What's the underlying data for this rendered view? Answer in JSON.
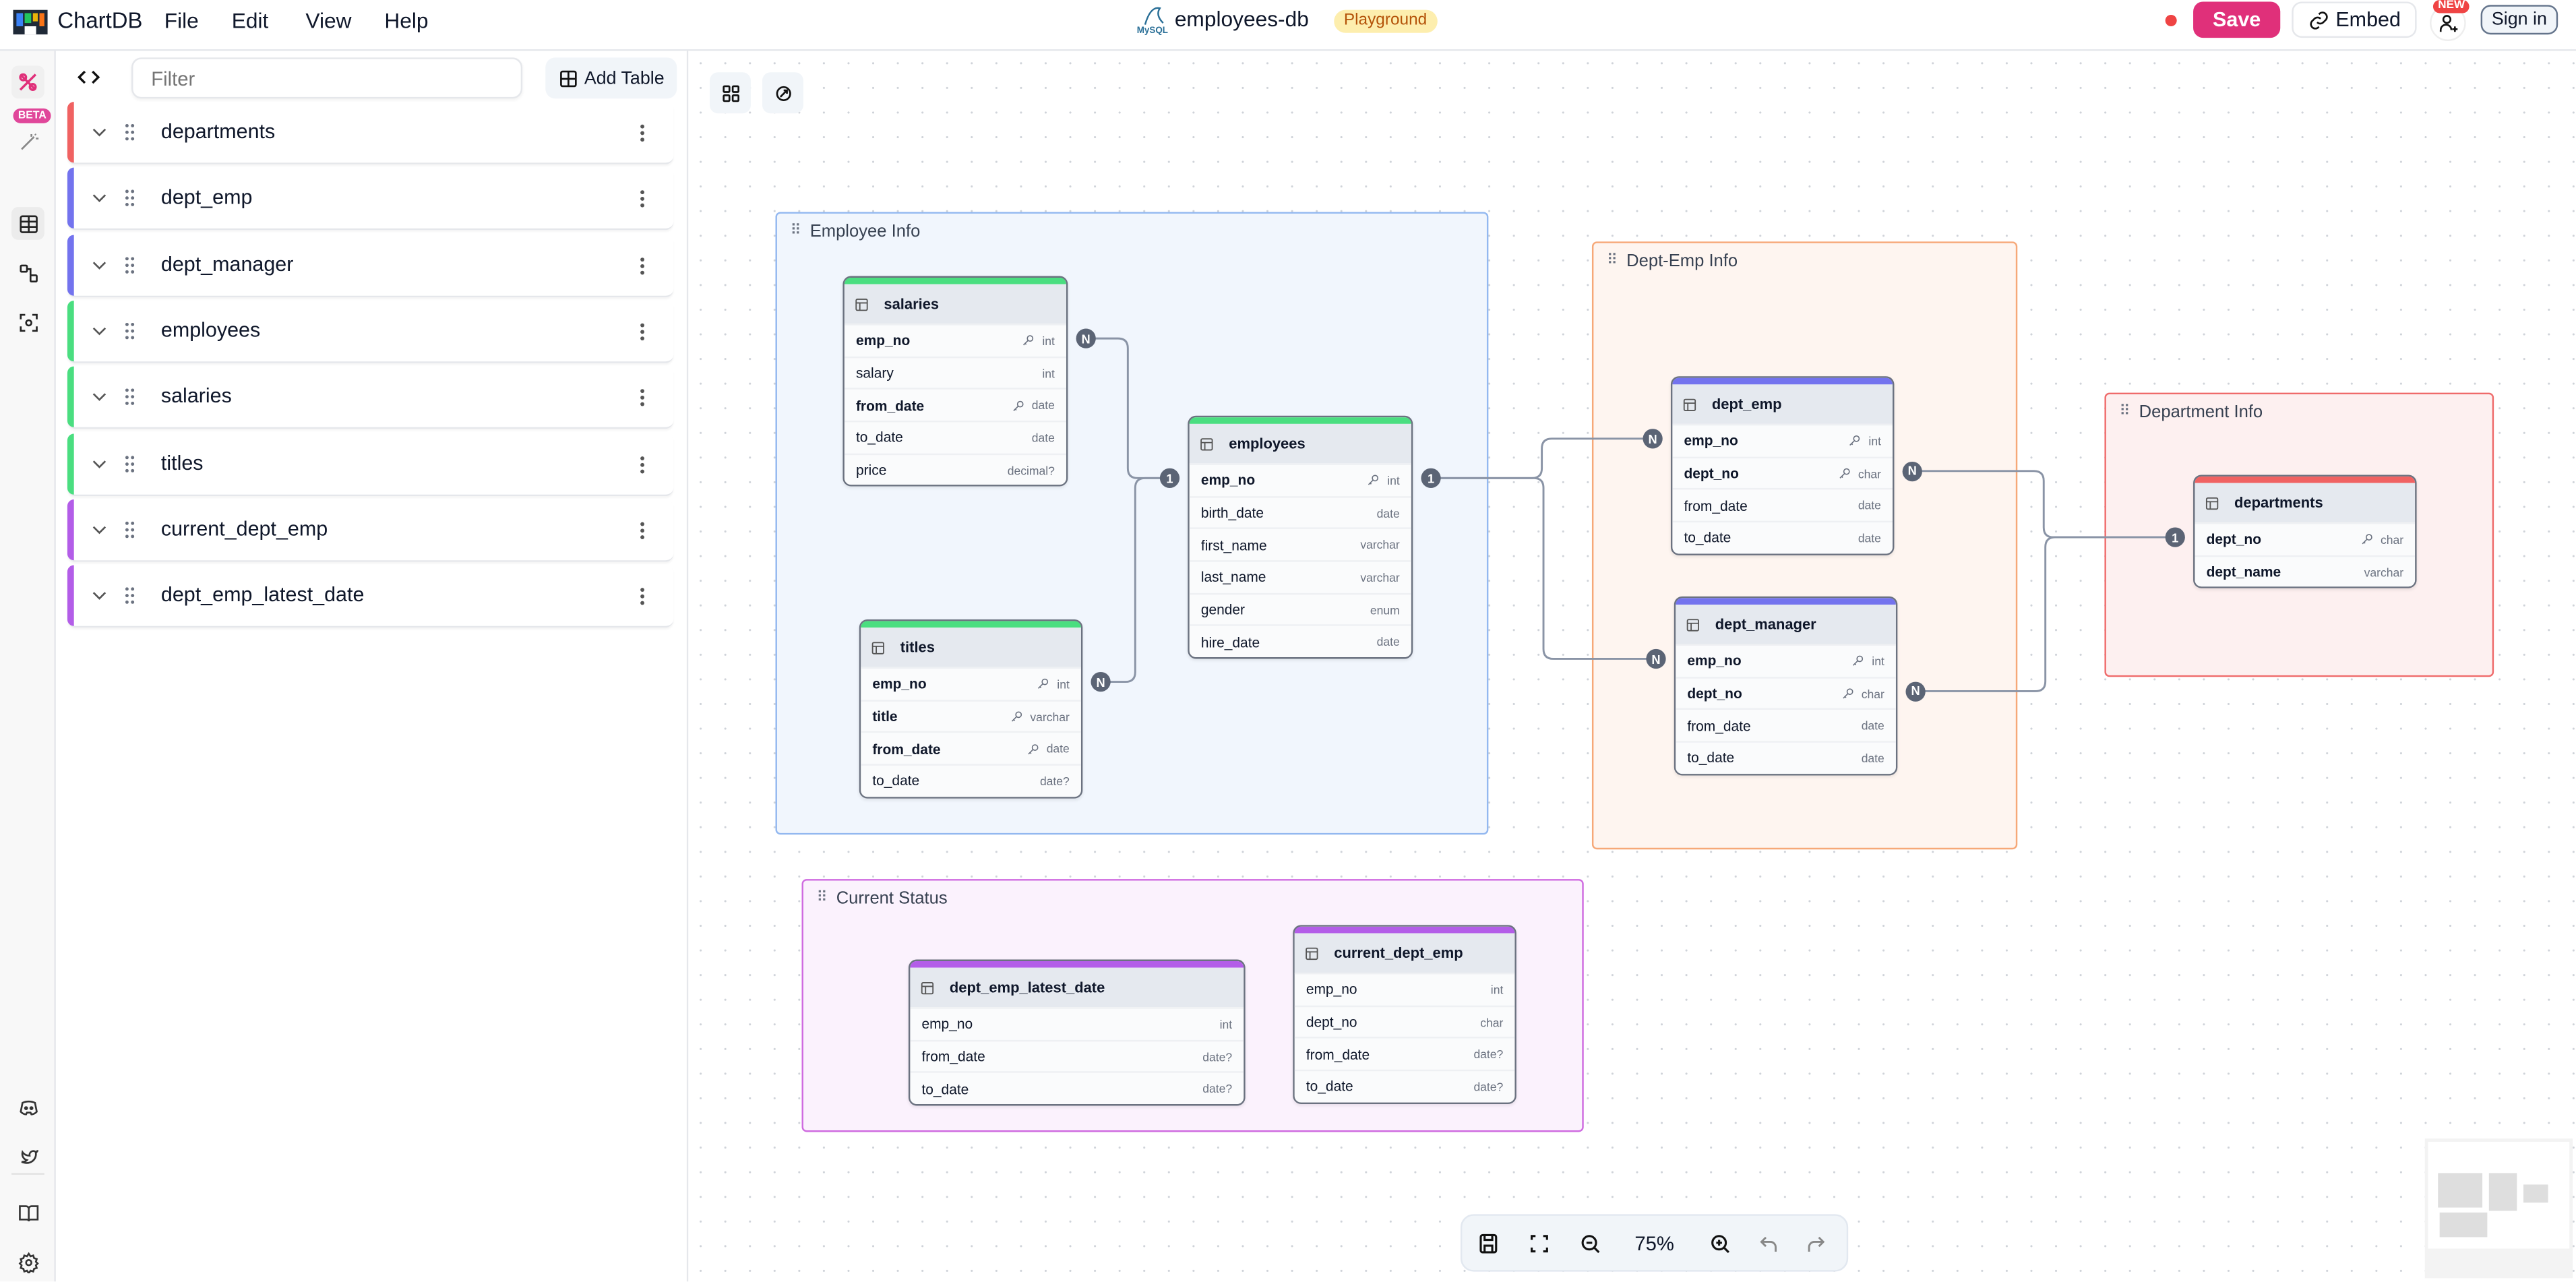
{
  "app": {
    "name": "ChartDB",
    "menu": [
      "File",
      "Edit",
      "View",
      "Help"
    ],
    "db_name": "employees-db",
    "db_engine": "MySQL",
    "mode_badge": "Playground",
    "actions": {
      "save": "Save",
      "embed": "Embed",
      "new_badge": "NEW",
      "sign_in": "Sign in"
    },
    "colors": {
      "save": "#e0307a",
      "playground_bg": "#fdeeae",
      "playground_text": "#b45309",
      "unsaved_dot": "#ef4444"
    }
  },
  "rail": {
    "beta_badge": "BETA",
    "icons": [
      "magic-logo-icon",
      "wand-icon",
      "table-icon",
      "relationship-icon",
      "area-select-icon",
      "discord-icon",
      "twitter-icon",
      "book-icon",
      "settings-icon"
    ]
  },
  "sidebar": {
    "filter_placeholder": "Filter",
    "add_table": "Add Table",
    "items": [
      {
        "label": "departments",
        "color": "#f06262"
      },
      {
        "label": "dept_emp",
        "color": "#7373ee"
      },
      {
        "label": "dept_manager",
        "color": "#7373ee"
      },
      {
        "label": "employees",
        "color": "#4ade80"
      },
      {
        "label": "salaries",
        "color": "#4ade80"
      },
      {
        "label": "titles",
        "color": "#4ade80"
      },
      {
        "label": "current_dept_emp",
        "color": "#b35de8"
      },
      {
        "label": "dept_emp_latest_date",
        "color": "#b35de8"
      }
    ]
  },
  "canvas": {
    "areas": [
      {
        "title": "Employee Info",
        "color": "#93b8f0",
        "bg": "#f1f6fd"
      },
      {
        "title": "Dept-Emp Info",
        "color": "#f6a878",
        "bg": "#fef5f0"
      },
      {
        "title": "Department Info",
        "color": "#ef6b6b",
        "bg": "#fdf0f0"
      },
      {
        "title": "Current Status",
        "color": "#cf6be0",
        "bg": "#fbf2fd"
      }
    ],
    "tables": [
      {
        "name": "salaries",
        "color": "#4ade80",
        "fields": [
          {
            "name": "emp_no",
            "type": "int",
            "pk": true,
            "key": true
          },
          {
            "name": "salary",
            "type": "int"
          },
          {
            "name": "from_date",
            "type": "date",
            "pk": true,
            "key": true
          },
          {
            "name": "to_date",
            "type": "date"
          },
          {
            "name": "price",
            "type": "decimal?"
          }
        ]
      },
      {
        "name": "titles",
        "color": "#4ade80",
        "fields": [
          {
            "name": "emp_no",
            "type": "int",
            "pk": true,
            "key": true
          },
          {
            "name": "title",
            "type": "varchar",
            "pk": true,
            "key": true
          },
          {
            "name": "from_date",
            "type": "date",
            "pk": true,
            "key": true
          },
          {
            "name": "to_date",
            "type": "date?"
          }
        ]
      },
      {
        "name": "employees",
        "color": "#4ade80",
        "fields": [
          {
            "name": "emp_no",
            "type": "int",
            "pk": true,
            "key": true
          },
          {
            "name": "birth_date",
            "type": "date"
          },
          {
            "name": "first_name",
            "type": "varchar"
          },
          {
            "name": "last_name",
            "type": "varchar"
          },
          {
            "name": "gender",
            "type": "enum"
          },
          {
            "name": "hire_date",
            "type": "date"
          }
        ]
      },
      {
        "name": "dept_emp",
        "color": "#7373ee",
        "fields": [
          {
            "name": "emp_no",
            "type": "int",
            "pk": true,
            "key": true
          },
          {
            "name": "dept_no",
            "type": "char",
            "pk": true,
            "key": true
          },
          {
            "name": "from_date",
            "type": "date"
          },
          {
            "name": "to_date",
            "type": "date"
          }
        ]
      },
      {
        "name": "dept_manager",
        "color": "#7373ee",
        "fields": [
          {
            "name": "emp_no",
            "type": "int",
            "pk": true,
            "key": true
          },
          {
            "name": "dept_no",
            "type": "char",
            "pk": true,
            "key": true
          },
          {
            "name": "from_date",
            "type": "date"
          },
          {
            "name": "to_date",
            "type": "date"
          }
        ]
      },
      {
        "name": "departments",
        "color": "#f06262",
        "fields": [
          {
            "name": "dept_no",
            "type": "char",
            "pk": true,
            "key": true
          },
          {
            "name": "dept_name",
            "type": "varchar",
            "pk": true
          }
        ]
      },
      {
        "name": "dept_emp_latest_date",
        "color": "#b35de8",
        "fields": [
          {
            "name": "emp_no",
            "type": "int"
          },
          {
            "name": "from_date",
            "type": "date?"
          },
          {
            "name": "to_date",
            "type": "date?"
          }
        ]
      },
      {
        "name": "current_dept_emp",
        "color": "#b35de8",
        "fields": [
          {
            "name": "emp_no",
            "type": "int"
          },
          {
            "name": "dept_no",
            "type": "char"
          },
          {
            "name": "from_date",
            "type": "date?"
          },
          {
            "name": "to_date",
            "type": "date?"
          }
        ]
      }
    ],
    "relationships": [
      {
        "from": "salaries.emp_no",
        "to": "employees.emp_no",
        "from_card": "N",
        "to_card": "1"
      },
      {
        "from": "titles.emp_no",
        "to": "employees.emp_no",
        "from_card": "N",
        "to_card": "1"
      },
      {
        "from": "employees.emp_no",
        "to": "dept_emp.emp_no",
        "from_card": "1",
        "to_card": "N"
      },
      {
        "from": "employees.emp_no",
        "to": "dept_manager.emp_no",
        "from_card": "1",
        "to_card": "N"
      },
      {
        "from": "dept_emp.dept_no",
        "to": "departments.dept_no",
        "from_card": "N",
        "to_card": "1"
      },
      {
        "from": "dept_manager.dept_no",
        "to": "departments.dept_no",
        "from_card": "N",
        "to_card": "1"
      }
    ],
    "zoom_level": "75%"
  }
}
